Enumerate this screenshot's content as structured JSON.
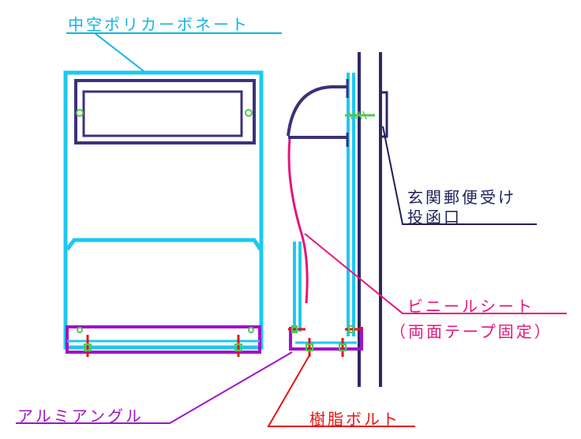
{
  "labels": {
    "polycarbonate": "中空ポリカーボネート",
    "mail_slot_line1": "玄関郵便受け",
    "mail_slot_line2": "投函口",
    "vinyl_sheet": "ビニールシート",
    "vinyl_sheet_note": "（両面テープ固定）",
    "aluminum_angle": "アルミアングル",
    "resin_bolt": "樹脂ボルト"
  },
  "colors": {
    "polycarbonate": "#1ec8f0",
    "slot_frame": "#3c3278",
    "vinyl_sheet": "#e6147d",
    "aluminum_angle": "#a014c8",
    "resin_bolt": "#e61414",
    "bolt_green": "#50c850",
    "door": "#2d2864",
    "label_blue": "#12b4e6",
    "label_navy": "#1e1e5a"
  }
}
